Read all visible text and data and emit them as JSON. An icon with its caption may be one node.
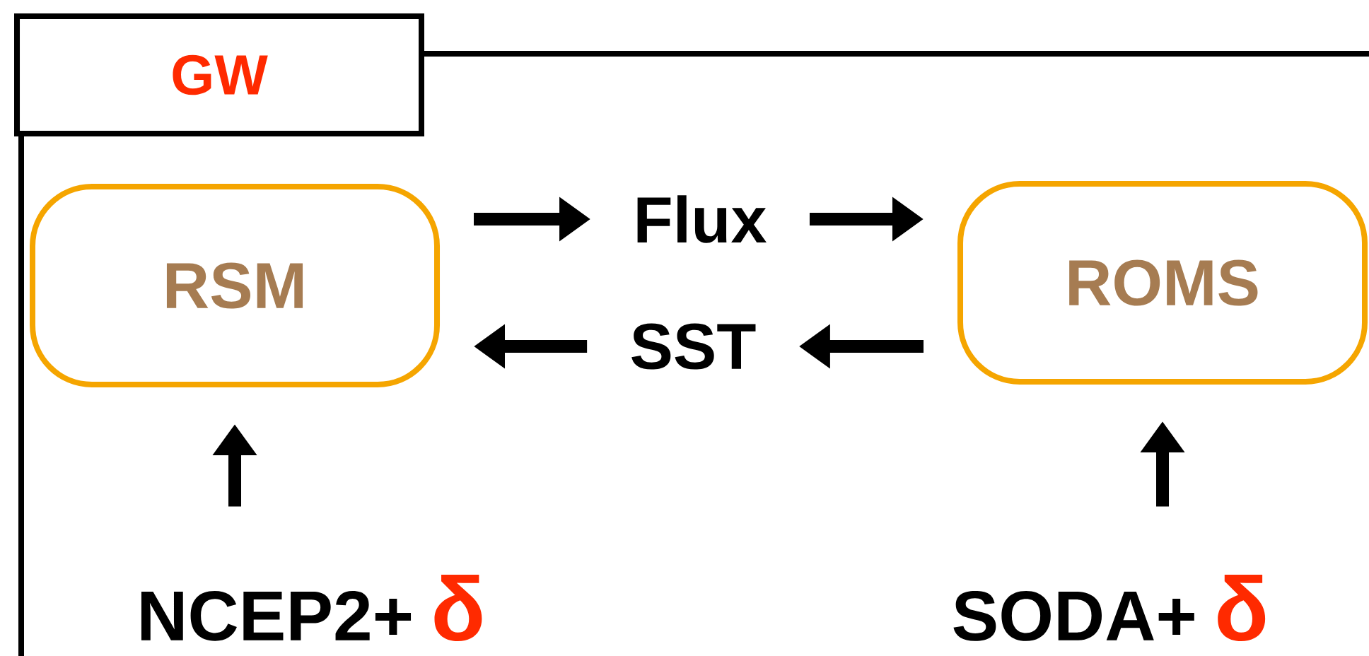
{
  "diagram": {
    "nodes": [
      {
        "text": [
          "GW"
        ]
      },
      {
        "text": [
          "RSM"
        ]
      },
      {
        "text": [
          "ROMS"
        ]
      },
      {
        "text": [
          "NCEP2+",
          "δ"
        ]
      },
      {
        "text": [
          "SODA+",
          "δ"
        ]
      },
      {
        "text": [
          "Flux"
        ]
      },
      {
        "text": [
          "SST"
        ]
      }
    ],
    "edges": [
      {
        "from": 1,
        "to": 5,
        "arrow": "to"
      },
      {
        "from": 5,
        "to": 2,
        "arrow": "to"
      },
      {
        "from": 2,
        "to": 6,
        "arrow": "to"
      },
      {
        "from": 6,
        "to": 1,
        "arrow": "to"
      },
      {
        "from": 3,
        "to": 1,
        "arrow": "to"
      },
      {
        "from": 4,
        "to": 2,
        "arrow": "to"
      }
    ]
  }
}
